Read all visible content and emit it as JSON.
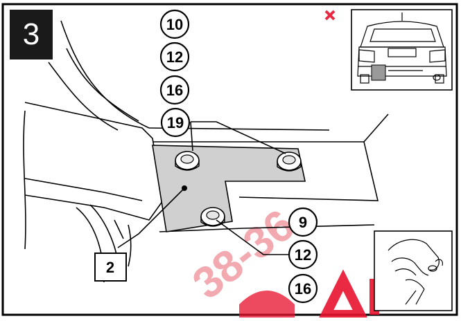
{
  "step": {
    "number": "3"
  },
  "callouts": {
    "top": [
      "10",
      "12",
      "16",
      "19"
    ],
    "bottom": [
      "9",
      "12",
      "16"
    ],
    "part": "2"
  },
  "watermark": {
    "text": "38-36"
  },
  "inset_top": {
    "subject": "rear-view-of-car-with-tow-bar-area-highlighted"
  },
  "inset_bottom": {
    "subject": "hand-tightening-nut"
  },
  "colors": {
    "line": "#000000",
    "plate_fill": "#d0d0d0",
    "watermark": "#e8112d"
  }
}
